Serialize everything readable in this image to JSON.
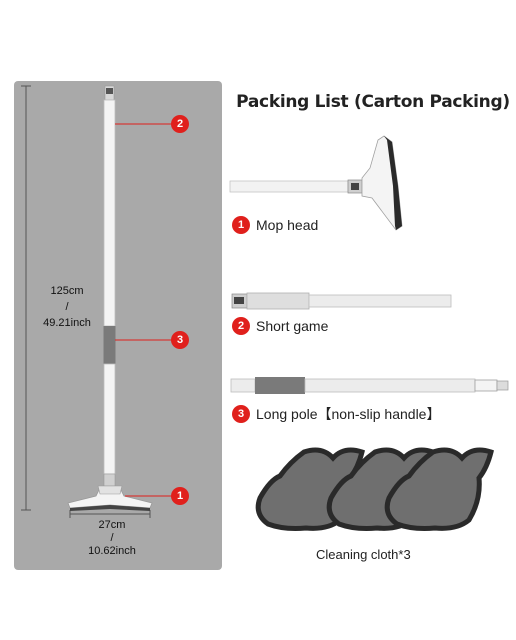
{
  "title": "Packing List (Carton Packing)",
  "height_label": {
    "cm": "125cm",
    "sep": "/",
    "inch": "49.21inch"
  },
  "width_label": {
    "cm": "27cm",
    "sep": "/",
    "inch": "10.62inch"
  },
  "markers": {
    "top": "2",
    "middle": "3",
    "bottom": "1"
  },
  "items": [
    {
      "number": "1",
      "label": "Mop head"
    },
    {
      "number": "2",
      "label": "Short game"
    },
    {
      "number": "3",
      "label": "Long pole【non-slip handle】"
    }
  ],
  "cloth_caption": "Cleaning cloth*3",
  "colors": {
    "badge": "#e0201c",
    "panel": "#a9a9a9",
    "pole": "#f2f2f2",
    "grip": "#7a7a7a",
    "cloth": "#6f6f6f"
  }
}
